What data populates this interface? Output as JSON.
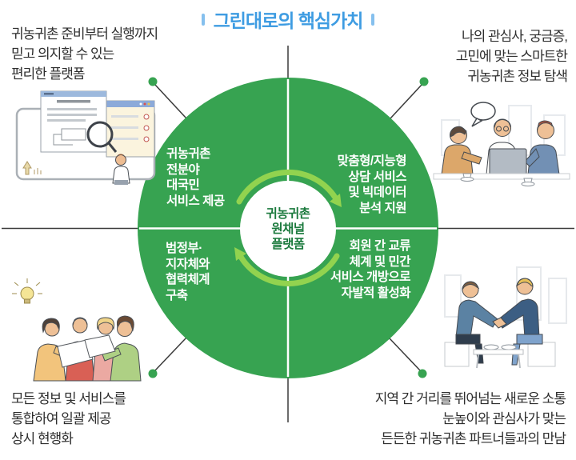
{
  "header": {
    "title": "그린대로의 핵심가치"
  },
  "circle": {
    "center": "귀농귀촌\n원채널\n플랫폼",
    "quadrants": {
      "top_left": "귀농귀촌\n전분야\n대국민\n서비스 제공",
      "top_right": "맞춤형/지능형\n상담 서비스\n및 빅데이터\n분석 지원",
      "bottom_left": "범정부·\n지자체와\n협력체계\n구축",
      "bottom_right": "회원 간 교류\n체계 및 민간\n서비스 개방으로\n자발적 활성화"
    }
  },
  "corners": {
    "top_left": "귀농귀촌 준비부터 실행까지\n믿고 의지할 수 있는\n편리한 플랫폼",
    "top_right": "나의 관심사, 궁금증,\n고민에 맞는 스마트한\n귀농귀촌 정보 탐색",
    "bottom_left": "모든 정보 및 서비스를\n통합하여 일괄 제공\n상시 현행화",
    "bottom_right": "지역 간 거리를 뛰어넘는 새로운 소통\n눈높이와 관심사가 맞는\n든든한 귀농귀촌 파트너들과의 만남"
  },
  "colors": {
    "title_blue": "#3E9CE2",
    "title_bar_blue": "#85C0EE",
    "circle_green": "#37A351",
    "cycle_arrow_green": "#92D34F",
    "center_text_green": "#1B7A3D",
    "body_text": "#2E2E2E",
    "connector_line": "#3A3A3A"
  },
  "icons": {
    "top_left_illustration": "browser-search-illustration",
    "top_right_illustration": "team-laptop-discussion-illustration",
    "bottom_left_illustration": "group-reviewing-documents-illustration",
    "bottom_right_illustration": "partners-handshake-illustration",
    "center_icon": "cycle-arrows-icon"
  }
}
